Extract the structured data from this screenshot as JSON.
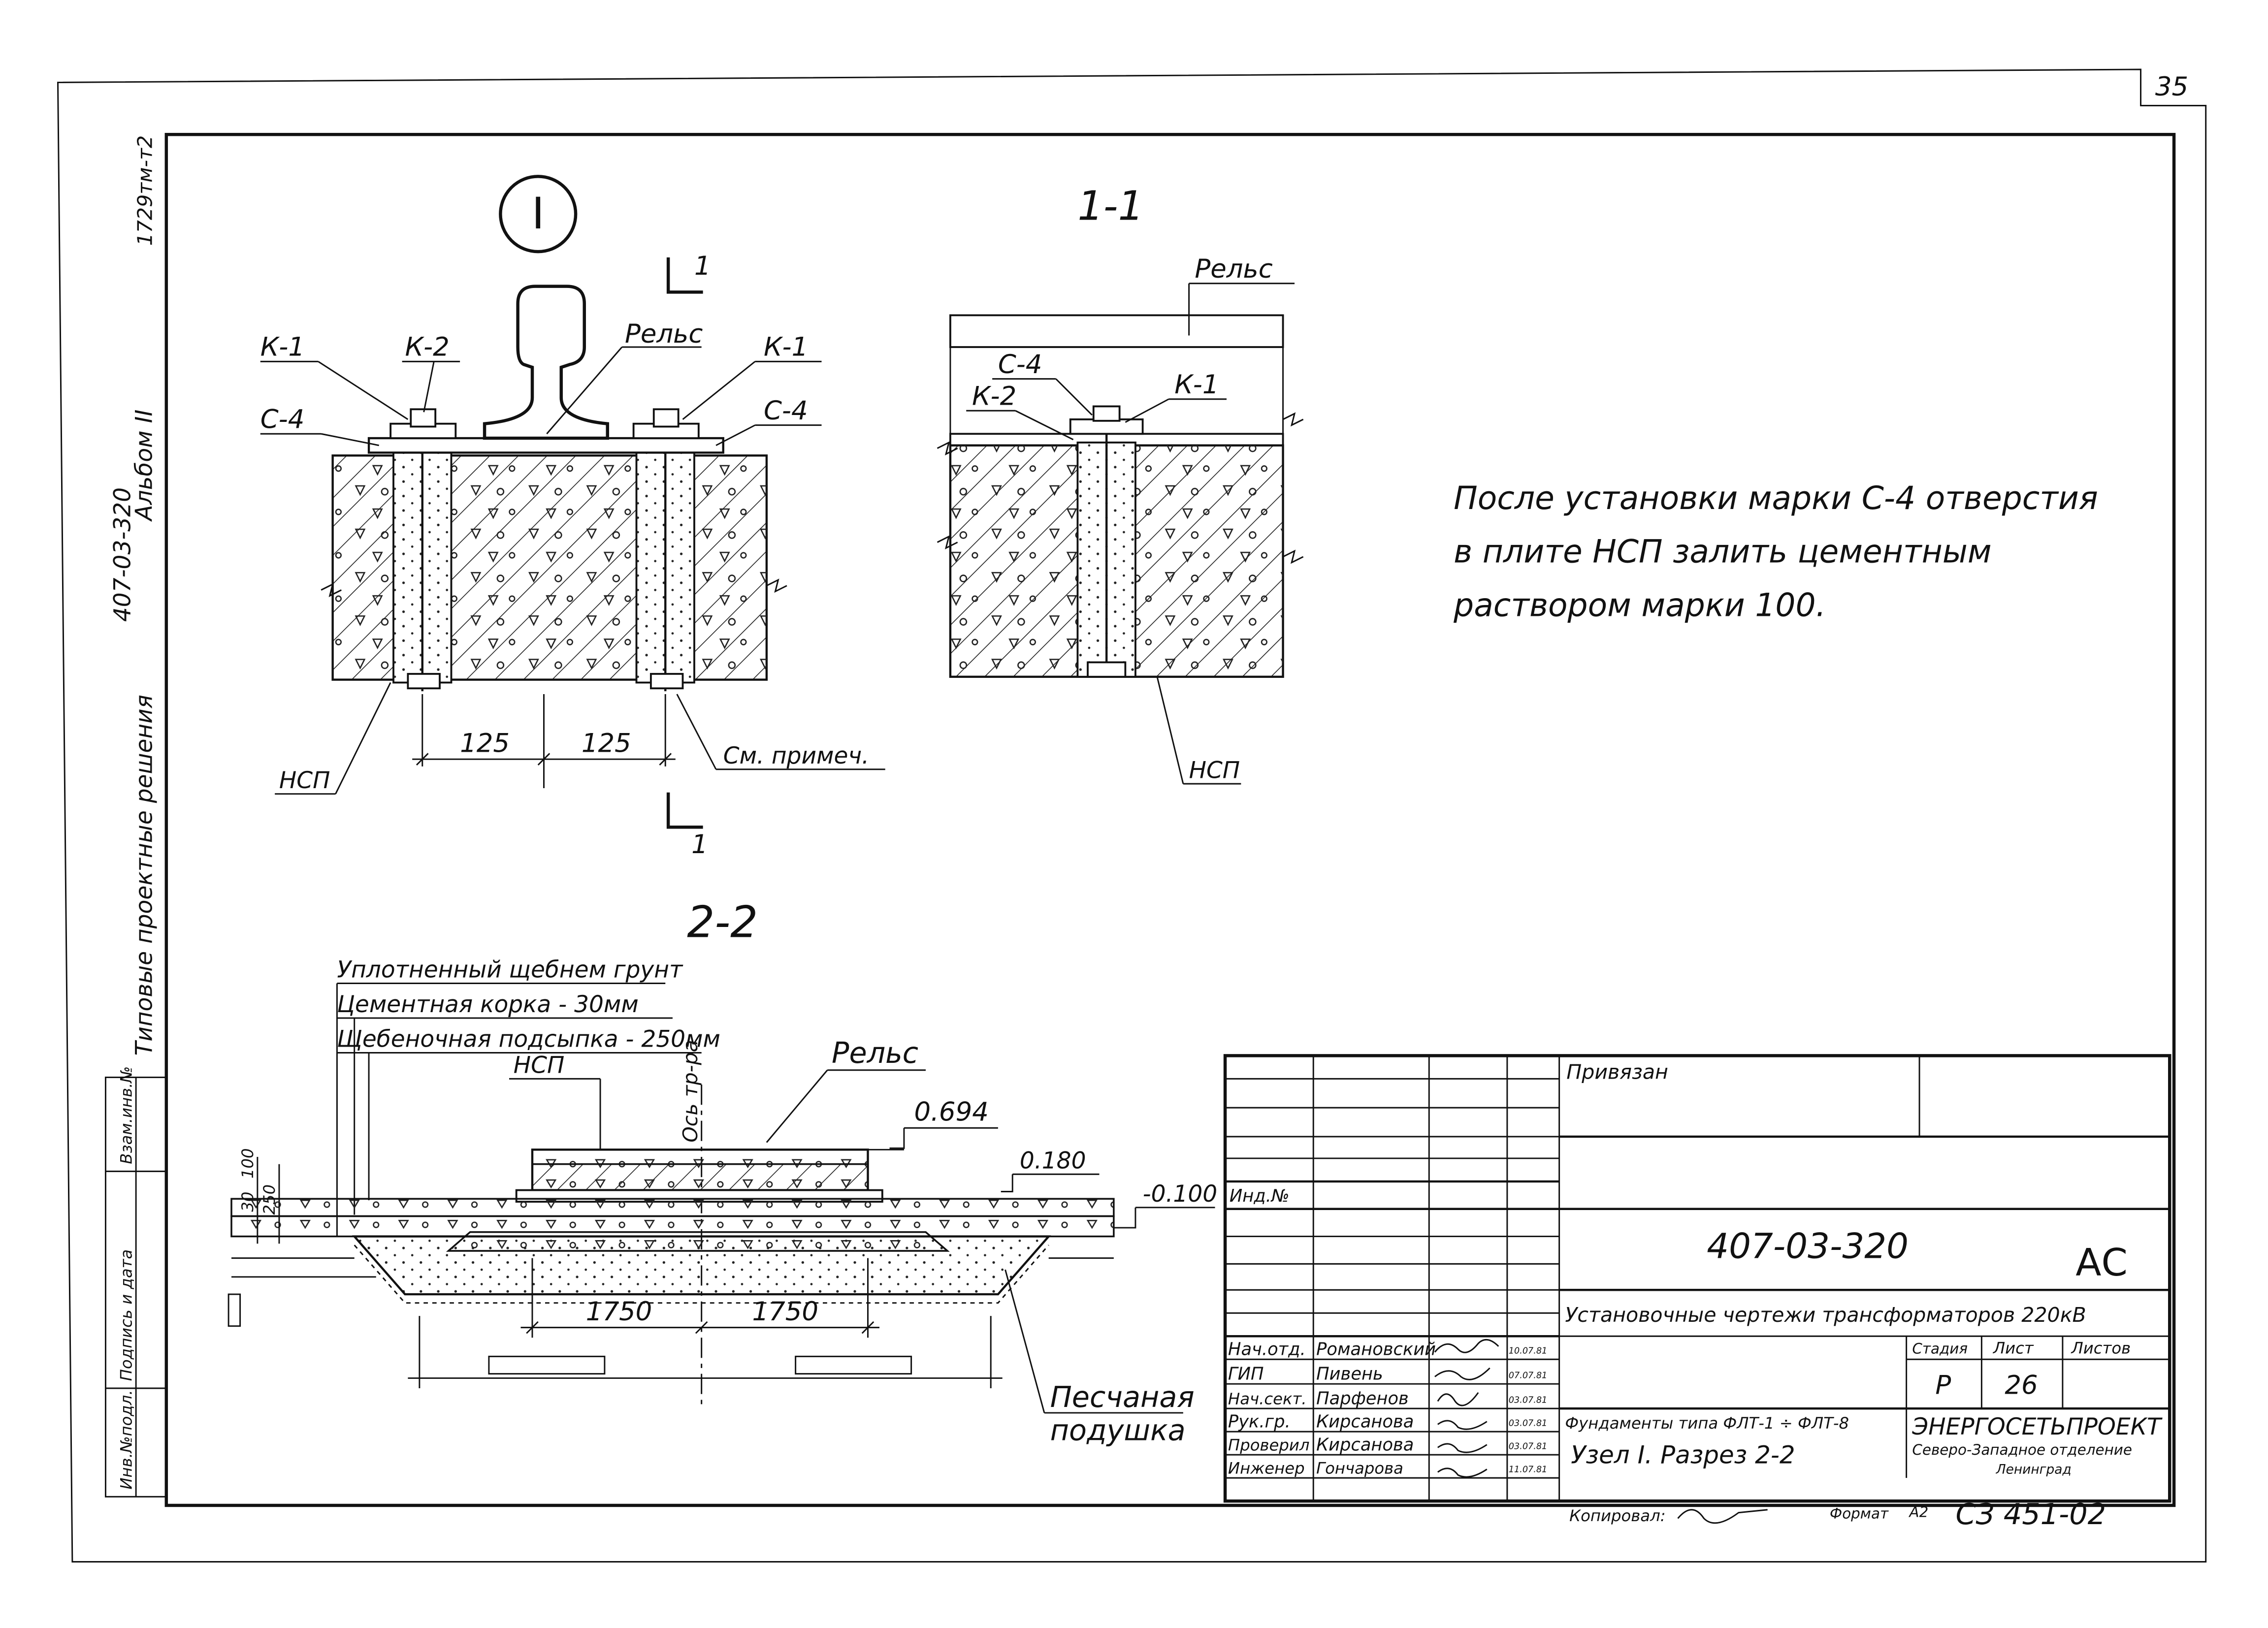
{
  "sheet": {
    "page_number": "35",
    "left_margin": {
      "series": "Типовые проектные решения",
      "number": "407-03-320",
      "album": "Альбом II",
      "code": "1729тм-т2"
    },
    "left_stamp_cells": [
      "Инв.№подл.",
      "Подпись и дата",
      "Взам.инв.№"
    ],
    "index_label": "Инд.№"
  },
  "node_view": {
    "title": "I",
    "labels": {
      "k1_left": "К-1",
      "k2": "К-2",
      "rail": "Рельс",
      "k1_right": "К-1",
      "c4_left": "С-4",
      "c4_right": "С-4",
      "nsp": "НСП",
      "see_note": "См. примеч.",
      "section_mark": "1"
    },
    "dims": [
      "125",
      "125"
    ]
  },
  "section_1_1": {
    "title": "1-1",
    "labels": {
      "rail": "Рельс",
      "c4": "С-4",
      "k2": "К-2",
      "k1": "К-1",
      "nsp": "НСП"
    }
  },
  "note": {
    "lines": [
      "После установки марки С-4 отверстия",
      "в плите НСП залить цементным",
      "раствором марки 100."
    ]
  },
  "section_2_2": {
    "title": "2-2",
    "layers": [
      "Уплотненный щебнем грунт",
      "Цементная корка - 30мм",
      "Щебеночная подсыпка - 250мм"
    ],
    "nsp": "НСП",
    "axis": "Ось тр-ра",
    "rail": "Рельс",
    "elev_top": "0.694",
    "elev_mid": "0.180",
    "elev_ground": "-0.100",
    "dims_vertical": [
      "30",
      "100",
      "250"
    ],
    "dims": [
      "1750",
      "1750"
    ],
    "sand": [
      "Песчаная",
      "подушка"
    ]
  },
  "title_block": {
    "attached": "Привязан",
    "doc_number": "407-03-320",
    "mark": "АС",
    "project_title": "Установочные чертежи трансформаторов 220кВ",
    "stage_header": "Стадия",
    "sheet_header": "Лист",
    "sheets_header": "Листов",
    "stage": "Р",
    "sheet": "26",
    "drawing_title_1": "Фундаменты типа ФЛТ-1 ÷ ФЛТ-8",
    "drawing_title_2": "Узел I. Разрез 2-2",
    "org_name": "ЭНЕРГОСЕТЬПРОЕКТ",
    "org_branch": "Северо-Западное отделение",
    "org_city": "Ленинград",
    "staff": [
      {
        "role": "Нач.отд.",
        "name": "Романовский",
        "date": "10.07.81"
      },
      {
        "role": "ГИП",
        "name": "Пивень",
        "date": "07.07.81"
      },
      {
        "role": "Нач.сект.",
        "name": "Парфенов",
        "date": "03.07.81"
      },
      {
        "role": "Рук.гр.",
        "name": "Кирсанова",
        "date": "03.07.81"
      },
      {
        "role": "Проверил",
        "name": "Кирсанова",
        "date": "03.07.81"
      },
      {
        "role": "Инженер",
        "name": "Гончарова",
        "date": "11.07.81"
      }
    ],
    "copied_label": "Копировал:",
    "format_label": "Формат",
    "format_value": "А2",
    "archive_number": "СЗ 451-02"
  }
}
